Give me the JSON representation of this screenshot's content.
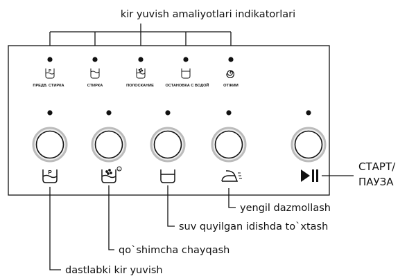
{
  "title": "kir yuvish amaliyotlari indikatorlari",
  "indicators": [
    {
      "label": "ПРЕДВ. СТИРКА",
      "icon": "prewash-tub-icon"
    },
    {
      "label": "СТИРКА",
      "icon": "wash-tub-icon"
    },
    {
      "label": "ПОЛОСКАНИЕ",
      "icon": "rinse-tub-icon"
    },
    {
      "label": "ОСТАНОВКА С ВОДОЙ",
      "icon": "water-stop-tub-icon"
    },
    {
      "label": "ОТЖИМ",
      "icon": "spin-spiral-icon"
    }
  ],
  "buttons": [
    {
      "icon": "prewash-tub-icon"
    },
    {
      "icon": "extra-rinse-tub-icon"
    },
    {
      "icon": "water-tub-icon"
    },
    {
      "icon": "iron-icon"
    },
    {
      "icon": "play-pause-icon"
    }
  ],
  "start_pause": {
    "line1": "СТАРТ/",
    "line2": "ПАУЗА"
  },
  "callouts": {
    "easy_iron": "yengil dazmollash",
    "water_stop": "suv quyilgan idishda to`xtash",
    "extra_rinse": "qo`shimcha chayqash",
    "prewash": "dastlabki kir yuvish"
  }
}
